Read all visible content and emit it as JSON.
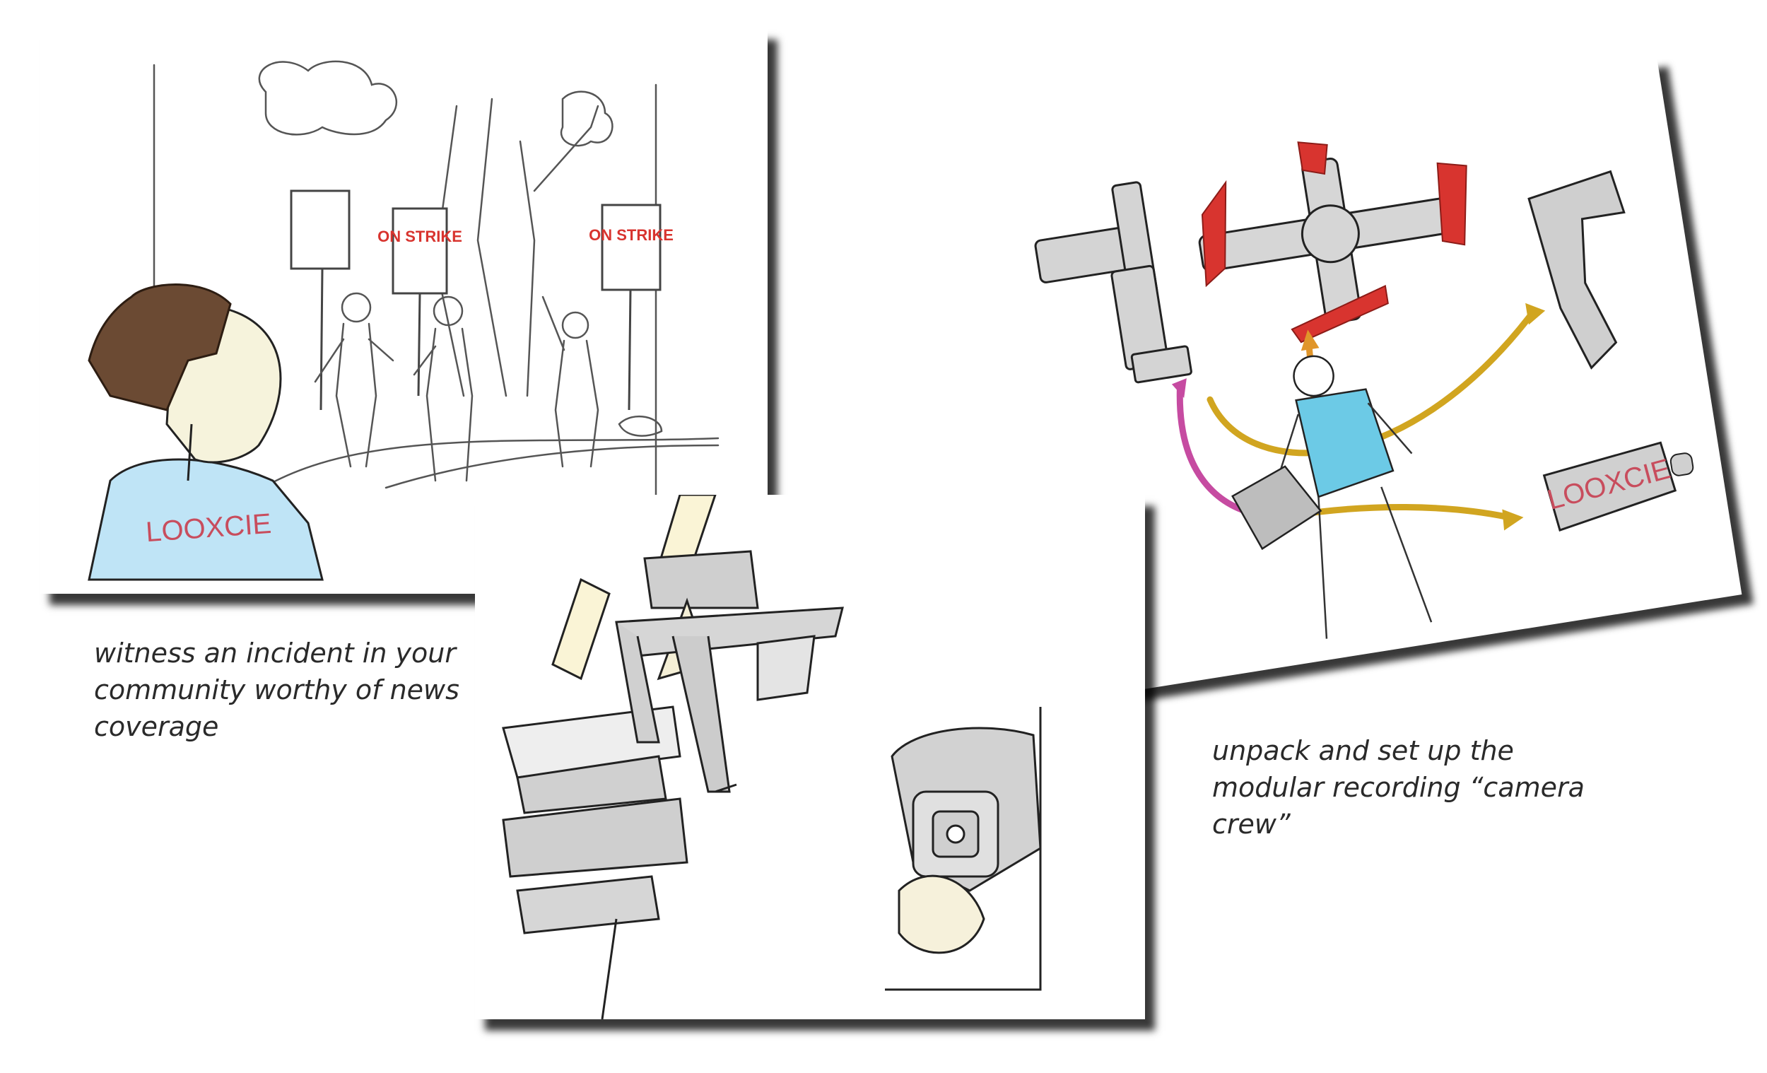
{
  "panels": {
    "panel_1": {
      "sign_left": "ON STRIKE",
      "sign_right": "ON STRIKE",
      "shirt_logo": "LOOXCIE"
    },
    "panel_2": {},
    "panel_3": {
      "camera_logo": "LOOXCIE"
    }
  },
  "captions": {
    "caption_1": "witness an incident in your community worthy of news coverage",
    "caption_2": "unpack and set up the modular recording “camera crew”"
  },
  "colors": {
    "shirt": "#bfe4f6",
    "accent_red": "#d8342f",
    "arrow_gold": "#d1a520",
    "arrow_orange": "#e0952a",
    "arrow_magenta": "#c64ba1",
    "tank_top": "#6ccae6"
  }
}
